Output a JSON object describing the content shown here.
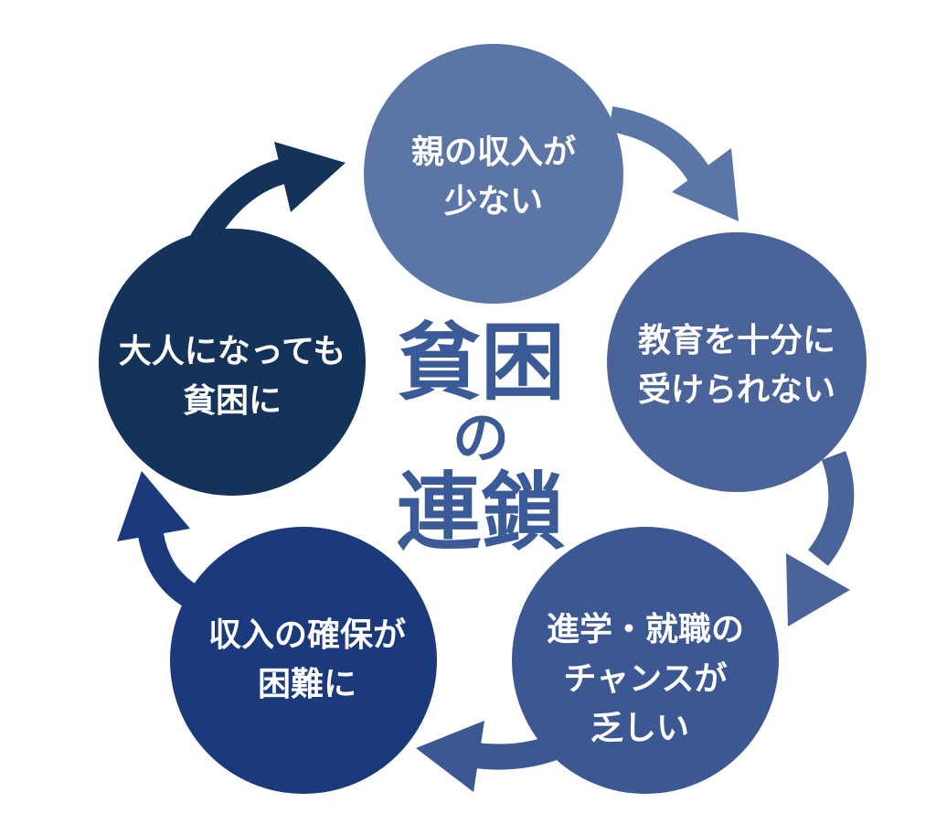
{
  "center_title": {
    "line1": "貧困",
    "line2": "の",
    "line3": "連鎖",
    "color": "#3b5a98"
  },
  "nodes": [
    {
      "id": "top",
      "lines": [
        "親の収入が",
        "少ない"
      ],
      "color": "#5a75a6"
    },
    {
      "id": "right",
      "lines": [
        "教育を十分に",
        "受けられない"
      ],
      "color": "#4a6399"
    },
    {
      "id": "bottom-right",
      "lines": [
        "進学・就職の",
        "チャンスが",
        "乏しい"
      ],
      "color": "#3c5892"
    },
    {
      "id": "bottom-left",
      "lines": [
        "収入の確保が",
        "困難に"
      ],
      "color": "#1b3a7c"
    },
    {
      "id": "left",
      "lines": [
        "大人になっても",
        "貧困に"
      ],
      "color": "#14335b"
    }
  ],
  "arrows": [
    {
      "from": "top",
      "to": "right",
      "color": "#5a75a6"
    },
    {
      "from": "right",
      "to": "bottom-right",
      "color": "#4a6399"
    },
    {
      "from": "bottom-right",
      "to": "bottom-left",
      "color": "#3c5892"
    },
    {
      "from": "bottom-left",
      "to": "left",
      "color": "#1b3a7c"
    },
    {
      "from": "left",
      "to": "top",
      "color": "#14335b"
    }
  ]
}
